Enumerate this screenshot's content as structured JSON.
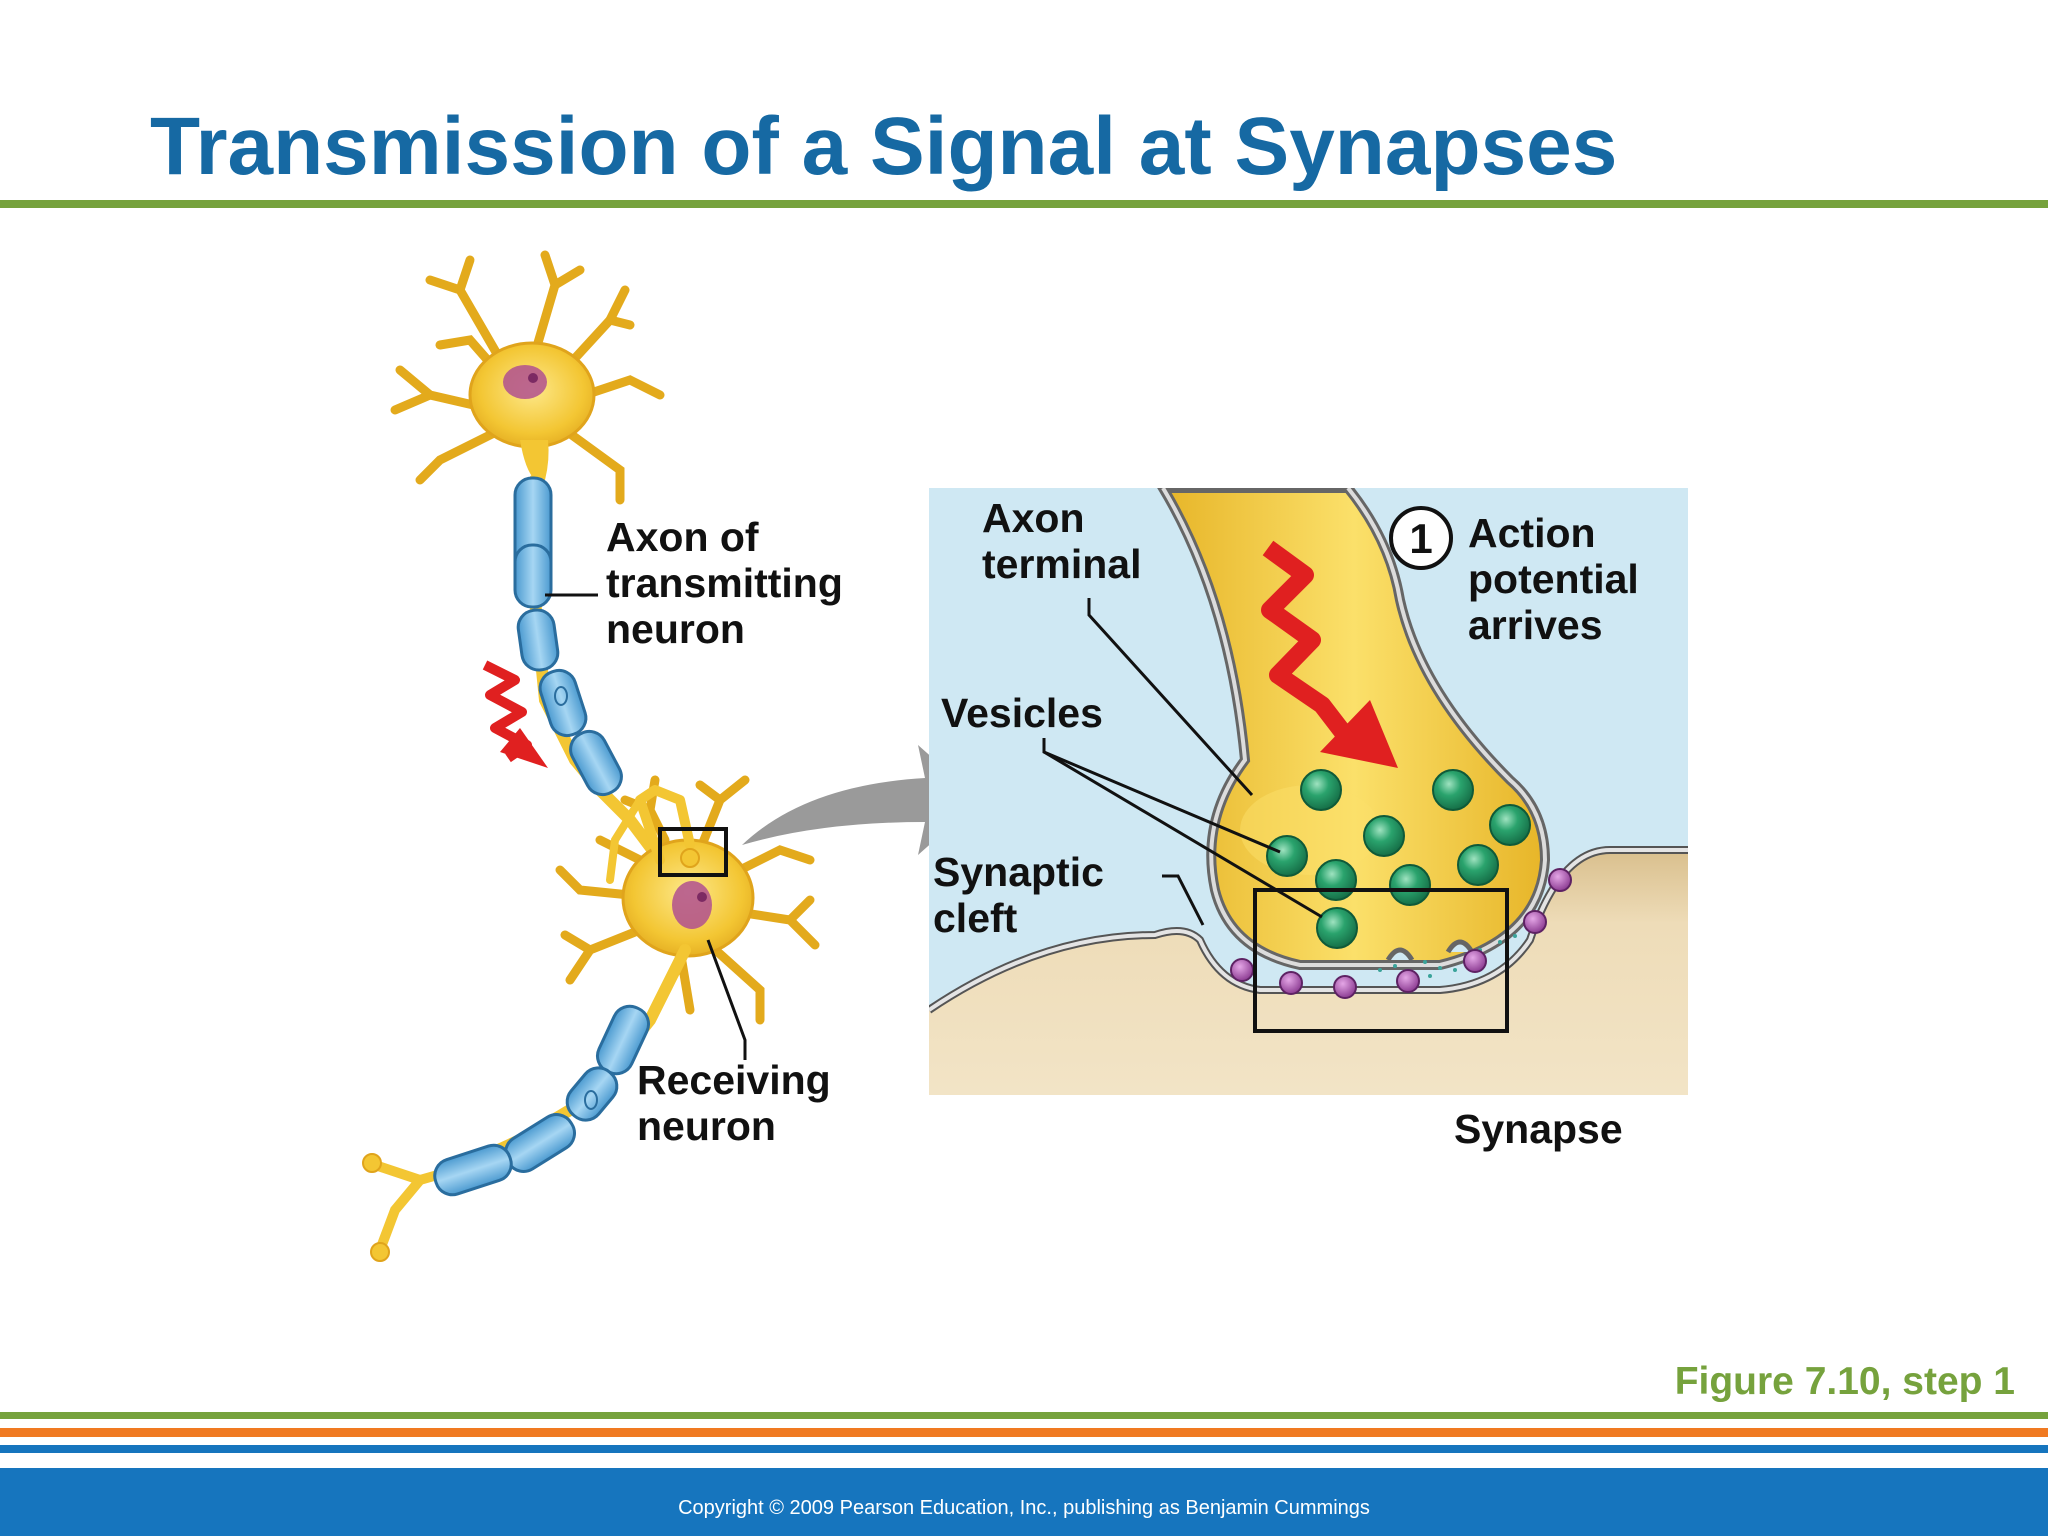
{
  "slide": {
    "title": "Transmission of a Signal at Synapses",
    "figure_caption": "Figure 7.10, step 1",
    "copyright": "Copyright © 2009 Pearson Education, Inc., publishing as Benjamin Cummings"
  },
  "labels": {
    "axon_transmitting": "Axon of\ntransmitting\nneuron",
    "receiving_neuron": "Receiving\nneuron",
    "axon_terminal": "Axon\nterminal",
    "vesicles": "Vesicles",
    "synaptic_cleft": "Synaptic\ncleft",
    "step_number": "1",
    "action_potential": "Action\npotential\narrives",
    "synapse": "Synapse"
  },
  "colors": {
    "title_blue": "#1669a3",
    "accent_green": "#76a23d",
    "accent_orange": "#f07a22",
    "footer_blue": "#1675be",
    "neuron_yellow": "#f3c633",
    "myelin_blue": "#6fb7e3",
    "vesicle_green": "#2aa36d",
    "signal_red": "#e02020",
    "receptor_purple": "#a24fa6",
    "inset_bg": "#cfe8f3",
    "tissue_tan": "#eedcb8"
  }
}
